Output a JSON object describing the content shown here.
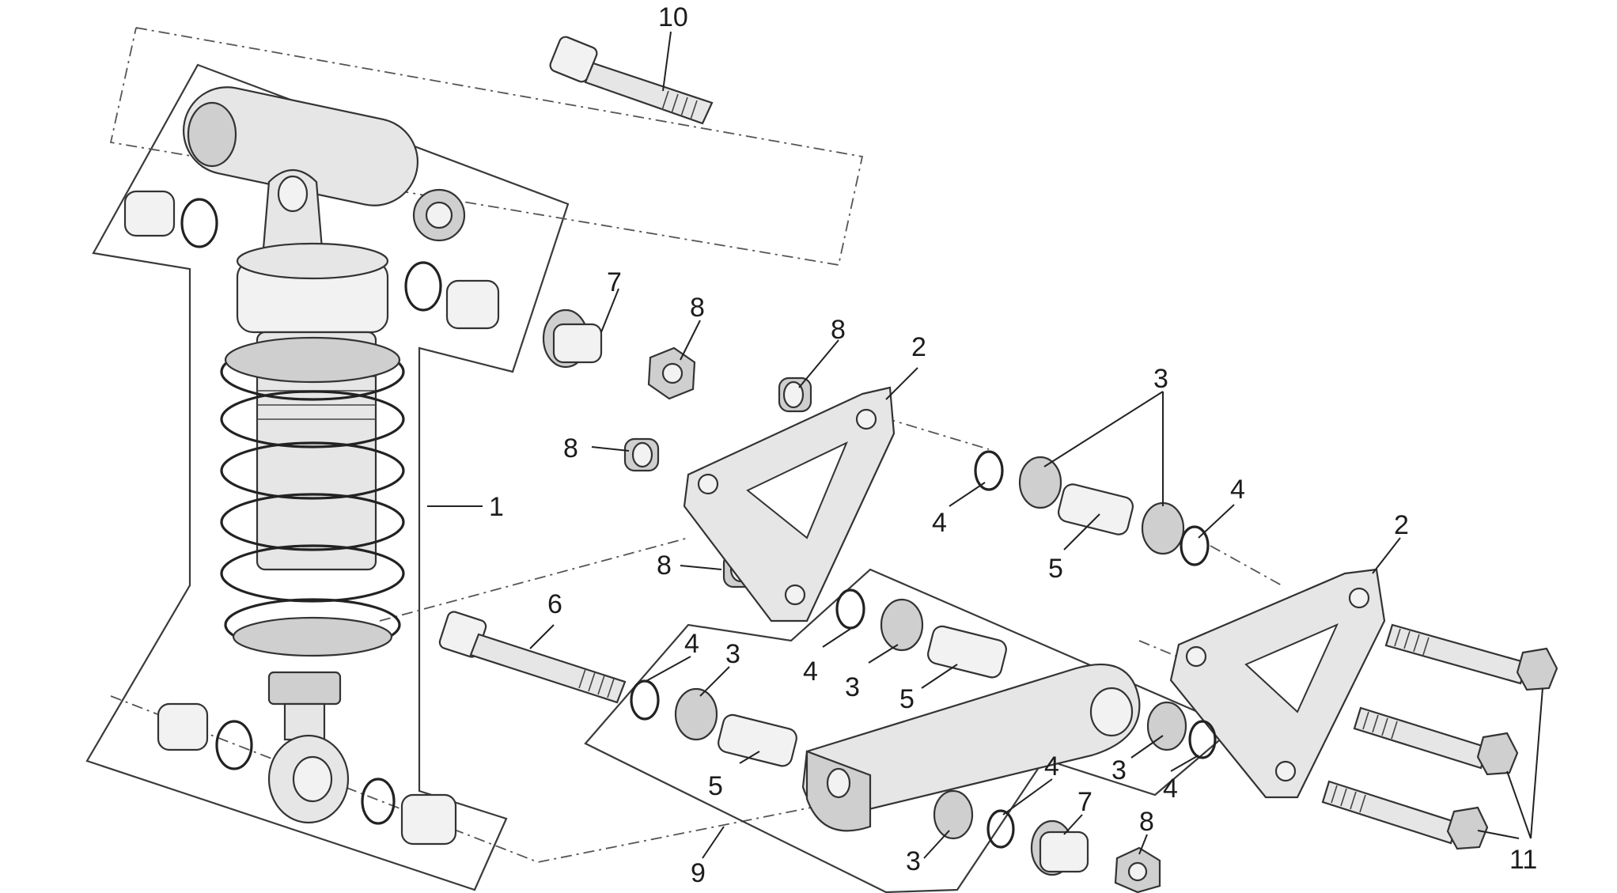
{
  "diagram": {
    "callouts": [
      {
        "id": "c10",
        "text": "10"
      },
      {
        "id": "c7a",
        "text": "7"
      },
      {
        "id": "c8a",
        "text": "8"
      },
      {
        "id": "c8b",
        "text": "8"
      },
      {
        "id": "c2a",
        "text": "2"
      },
      {
        "id": "c3a",
        "text": "3"
      },
      {
        "id": "c8c",
        "text": "8"
      },
      {
        "id": "c1",
        "text": "1"
      },
      {
        "id": "c4a",
        "text": "4"
      },
      {
        "id": "c4b",
        "text": "4"
      },
      {
        "id": "c5a",
        "text": "5"
      },
      {
        "id": "c2b",
        "text": "2"
      },
      {
        "id": "c8d",
        "text": "8"
      },
      {
        "id": "c6",
        "text": "6"
      },
      {
        "id": "c4c",
        "text": "4"
      },
      {
        "id": "c3b",
        "text": "3"
      },
      {
        "id": "c5b",
        "text": "5"
      },
      {
        "id": "c4d",
        "text": "4"
      },
      {
        "id": "c3c",
        "text": "3"
      },
      {
        "id": "c5c",
        "text": "5"
      },
      {
        "id": "c3d",
        "text": "3"
      },
      {
        "id": "c4e",
        "text": "4"
      },
      {
        "id": "c4f",
        "text": "4"
      },
      {
        "id": "c7b",
        "text": "7"
      },
      {
        "id": "c8e",
        "text": "8"
      },
      {
        "id": "c3e",
        "text": "3"
      },
      {
        "id": "c9",
        "text": "9"
      },
      {
        "id": "c11",
        "text": "11"
      }
    ]
  }
}
